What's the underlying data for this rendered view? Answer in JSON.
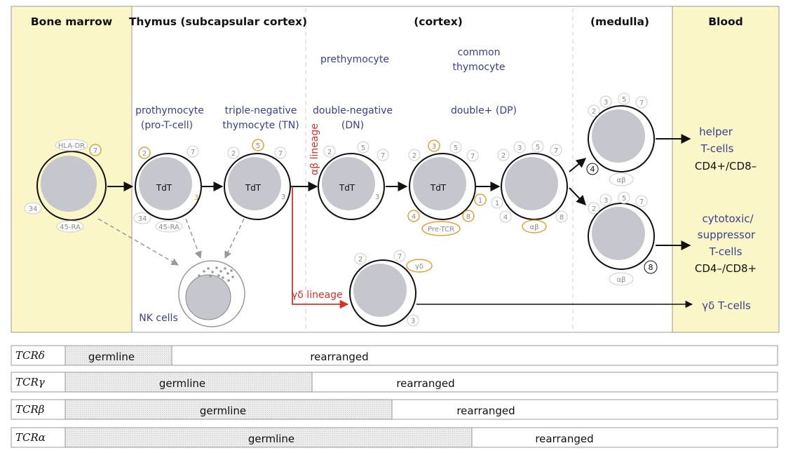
{
  "colors": {
    "panel_yellow": "#fbf6c8",
    "cell_fill": "#c5c6ce",
    "orange_marker": "#e0a03a",
    "label_blue": "#3a3f8f",
    "lineage_red": "#d6332a",
    "germline_fill": "#e6e6e6"
  },
  "headers": {
    "bone_marrow": "Bone marrow",
    "thymus_subcapsular": "Thymus (subcapsular cortex)",
    "cortex": "(cortex)",
    "medulla": "(medulla)",
    "blood": "Blood"
  },
  "stages": {
    "prethymocyte": "prethymocyte",
    "common_thymocyte_1": "common",
    "common_thymocyte_2": "thymocyte",
    "prothymocyte_1": "prothymocyte",
    "prothymocyte_2": "(pro-T-cell)",
    "triple_negative_1": "triple-negative",
    "triple_negative_2": "thymocyte (TN)",
    "double_negative_1": "double-negative",
    "double_negative_2": "(DN)",
    "double_positive": "double+ (DP)",
    "nk_cells": "NK cells"
  },
  "cell_labels": {
    "tdt": "TdT"
  },
  "markers": {
    "hla_dr": "HLA-DR",
    "cd7": "7",
    "cd34": "34",
    "cd45ra": "45-RA",
    "cd2": "2",
    "cd3": "3",
    "cd5": "5",
    "cd4": "4",
    "cd8": "8",
    "cd1": "1",
    "pre_tcr": "Pre-TCR",
    "ab": "αβ",
    "gd": "γδ"
  },
  "lineages": {
    "ab": "αβ lineage",
    "gd": "γδ lineage"
  },
  "outputs": {
    "helper_1": "helper",
    "helper_2": "T-cells",
    "helper_3": "CD4+/CD8–",
    "cytotoxic_1": "cytotoxic/",
    "cytotoxic_2": "suppressor",
    "cytotoxic_3": "T-cells",
    "cytotoxic_4": "CD4–/CD8+",
    "gd_tcells": "γδ T-cells"
  },
  "tcr_rows": [
    {
      "label": "TCRδ",
      "germline": "germline",
      "rearranged": "rearranged"
    },
    {
      "label": "TCRγ",
      "germline": "germline",
      "rearranged": "rearranged"
    },
    {
      "label": "TCRβ",
      "germline": "germline",
      "rearranged": "rearranged"
    },
    {
      "label": "TCRα",
      "germline": "germline",
      "rearranged": "rearranged"
    }
  ]
}
